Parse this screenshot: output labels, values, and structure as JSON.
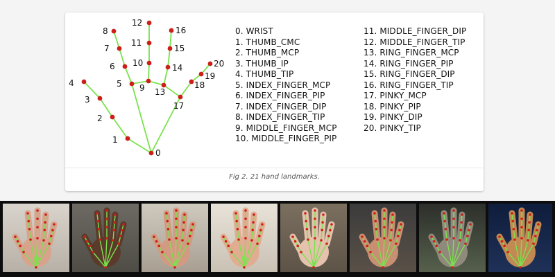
{
  "landmarks": [
    {
      "id": "0",
      "name": "WRIST"
    },
    {
      "id": "1",
      "name": "THUMB_CMC"
    },
    {
      "id": "2",
      "name": "THUMB_MCP"
    },
    {
      "id": "3",
      "name": "THUMB_IP"
    },
    {
      "id": "4",
      "name": "THUMB_TIP"
    },
    {
      "id": "5",
      "name": "INDEX_FINGER_MCP"
    },
    {
      "id": "6",
      "name": "INDEX_FINGER_PIP"
    },
    {
      "id": "7",
      "name": "INDEX_FINGER_DIP"
    },
    {
      "id": "8",
      "name": "INDEX_FINGER_TIP"
    },
    {
      "id": "9",
      "name": "MIDDLE_FINGER_MCP"
    },
    {
      "id": "10",
      "name": "MIDDLE_FINGER_PIP"
    },
    {
      "id": "11",
      "name": "MIDDLE_FINGER_DIP"
    },
    {
      "id": "12",
      "name": "MIDDLE_FINGER_TIP"
    },
    {
      "id": "13",
      "name": "RING_FINGER_MCP"
    },
    {
      "id": "14",
      "name": "RING_FINGER_PIP"
    },
    {
      "id": "15",
      "name": "RING_FINGER_DIP"
    },
    {
      "id": "16",
      "name": "RING_FINGER_TIP"
    },
    {
      "id": "17",
      "name": "PINKY_MCP"
    },
    {
      "id": "18",
      "name": "PINKY_PIP"
    },
    {
      "id": "19",
      "name": "PINKY_DIP"
    },
    {
      "id": "20",
      "name": "PINKY_TIP"
    }
  ],
  "caption": "Fig 2. 21 hand landmarks.",
  "colors": {
    "skeleton_line": "#7be24d",
    "landmark_dot": "#cc1f1a",
    "card_background": "#ffffff"
  },
  "example_photos": [
    {
      "name": "photo-1-open-hand-left"
    },
    {
      "name": "photo-2-ok-sign-dark-skin"
    },
    {
      "name": "photo-3-open-palm-office"
    },
    {
      "name": "photo-4-rock-sign"
    },
    {
      "name": "photo-5-hand-rock-background"
    },
    {
      "name": "photo-6-pinch-gesture"
    },
    {
      "name": "photo-7-hand-trees-background"
    },
    {
      "name": "photo-8-hand-night"
    }
  ]
}
